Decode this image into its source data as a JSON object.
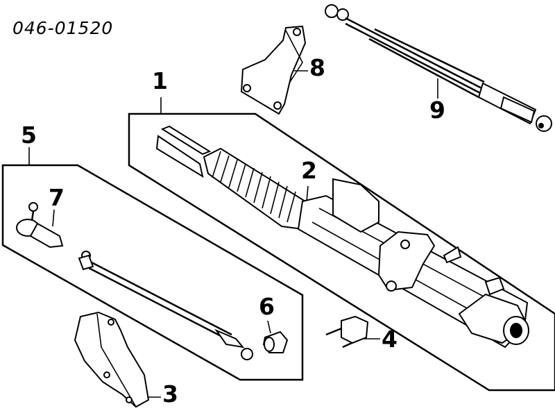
{
  "part_code": "046-01520",
  "callouts": {
    "c1": "1",
    "c2": "2",
    "c3": "3",
    "c4": "4",
    "c5": "5",
    "c6": "6",
    "c7": "7",
    "c8": "8",
    "c9": "9"
  }
}
